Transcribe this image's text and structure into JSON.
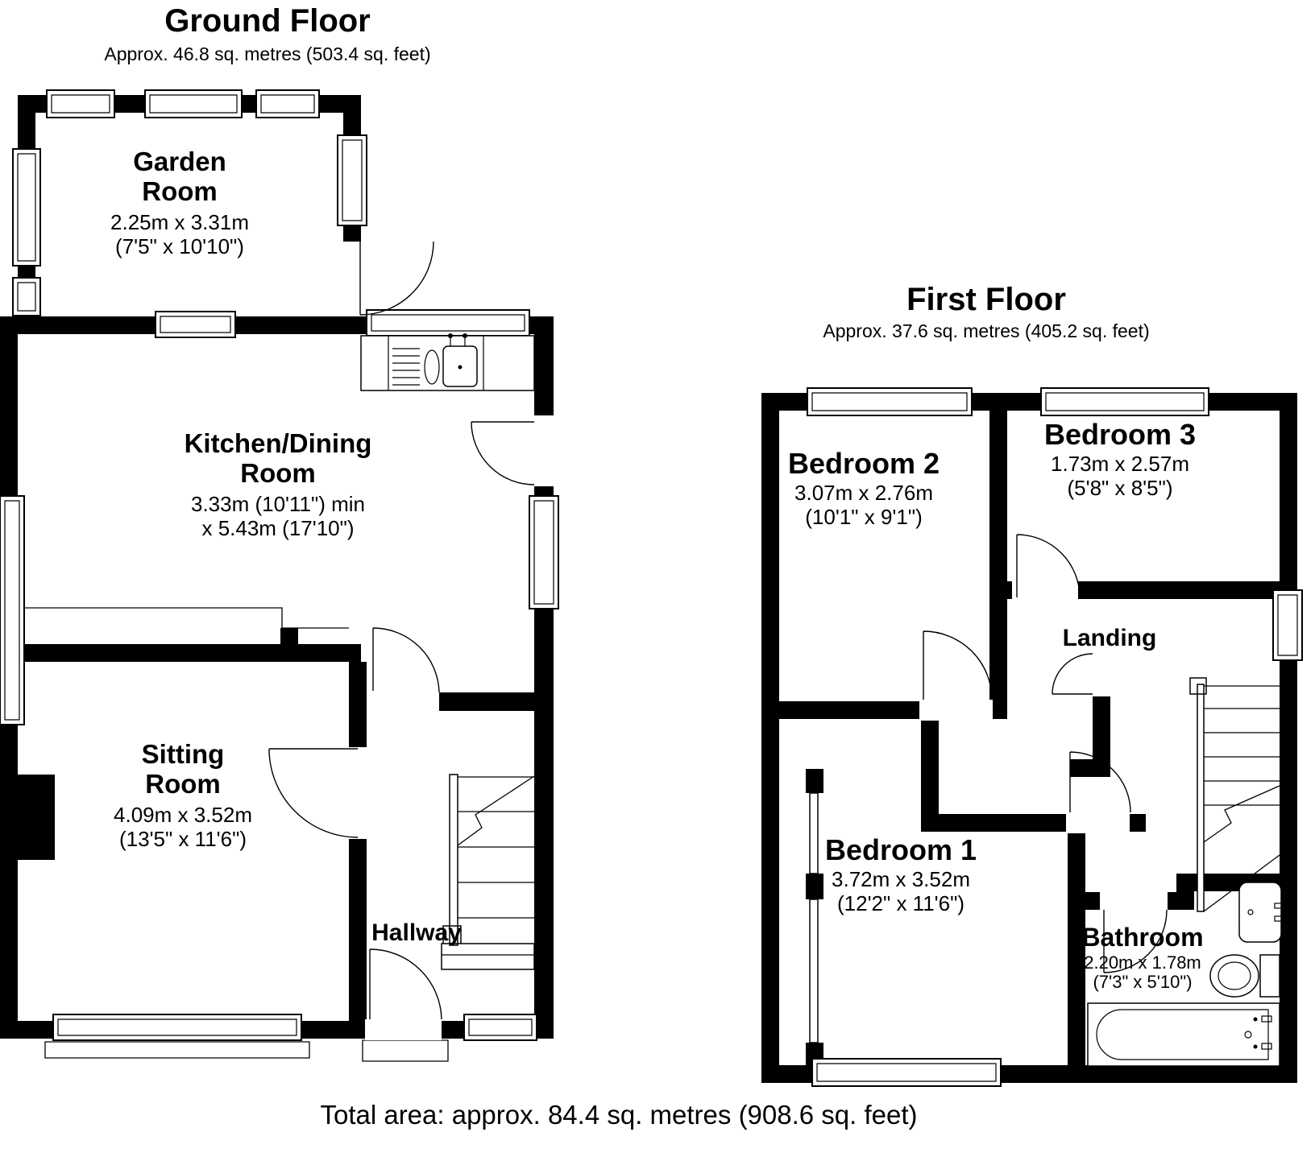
{
  "ground_floor": {
    "title": "Ground Floor",
    "subtitle": "Approx. 46.8 sq. metres (503.4 sq. feet)",
    "rooms": {
      "garden_room": {
        "name": "Garden\nRoom",
        "dims_metric": "2.25m x 3.31m",
        "dims_imperial": "(7'5\" x 10'10\")"
      },
      "kitchen_dining_room": {
        "name": "Kitchen/Dining\nRoom",
        "dims_metric": "3.33m (10'11\") min",
        "dims_imperial": "x 5.43m (17'10\")"
      },
      "sitting_room": {
        "name": "Sitting\nRoom",
        "dims_metric": "4.09m x 3.52m",
        "dims_imperial": "(13'5\" x 11'6\")"
      },
      "hallway": {
        "name": "Hallway"
      }
    }
  },
  "first_floor": {
    "title": "First Floor",
    "subtitle": "Approx. 37.6 sq. metres (405.2 sq. feet)",
    "rooms": {
      "bedroom_2": {
        "name": "Bedroom 2",
        "dims_metric": "3.07m x 2.76m",
        "dims_imperial": "(10'1\" x 9'1\")"
      },
      "bedroom_3": {
        "name": "Bedroom 3",
        "dims_metric": "1.73m x 2.57m",
        "dims_imperial": "(5'8\" x 8'5\")"
      },
      "bedroom_1": {
        "name": "Bedroom 1",
        "dims_metric": "3.72m x 3.52m",
        "dims_imperial": "(12'2\" x 11'6\")"
      },
      "bathroom": {
        "name": "Bathroom",
        "dims_metric": "2.20m x 1.78m",
        "dims_imperial": "(7'3\" x 5'10\")"
      },
      "landing": {
        "name": "Landing"
      }
    }
  },
  "footer": {
    "total_area": "Total area: approx. 84.4 sq. metres (908.6 sq. feet)"
  },
  "colors": {
    "wall": "#000000",
    "line": "#000000",
    "background": "#ffffff",
    "text": "#000000"
  }
}
